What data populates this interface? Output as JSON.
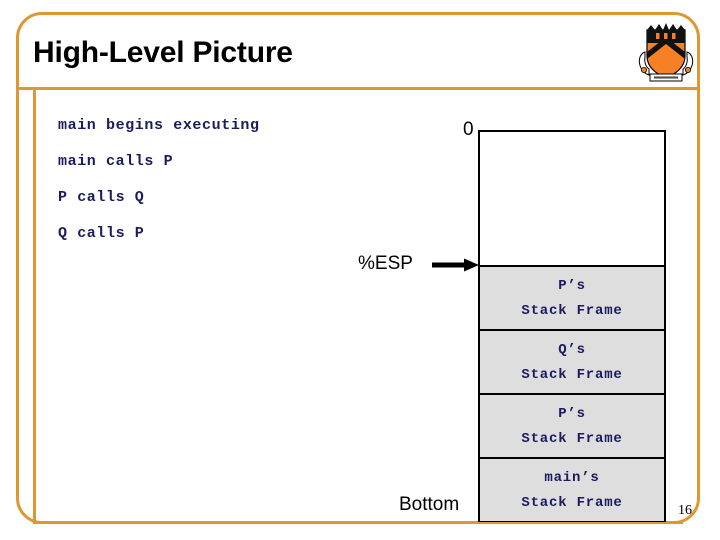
{
  "slide": {
    "title": "High-Level Picture",
    "slide_number": "16",
    "accent_color": "#df9730",
    "text_color": "#1b1b5e",
    "frame_fill_color": "#dedede",
    "logo_name": "princeton-shield-logo"
  },
  "body": {
    "lines": [
      "main begins executing",
      "main calls P",
      "P calls Q",
      "Q calls P"
    ]
  },
  "diagram": {
    "top_address_label": "0",
    "stack_pointer_label": "%ESP",
    "bottom_label": "Bottom",
    "frames": [
      {
        "owner": "P’s",
        "kind": "Stack Frame"
      },
      {
        "owner": "Q’s",
        "kind": "Stack Frame"
      },
      {
        "owner": "P’s",
        "kind": "Stack Frame"
      },
      {
        "owner": "main’s",
        "kind": "Stack Frame"
      }
    ]
  }
}
